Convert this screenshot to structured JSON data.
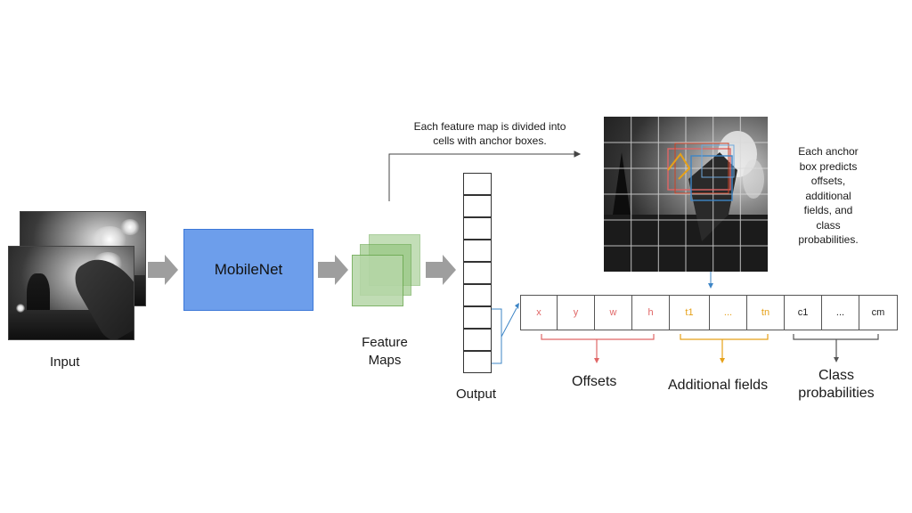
{
  "labels": {
    "input": "Input",
    "mobilenet": "MobileNet",
    "feature_maps_line1": "Feature",
    "feature_maps_line2": "Maps",
    "output": "Output",
    "top_annotation_line1": "Each feature map is divided into",
    "top_annotation_line2": "cells with anchor boxes.",
    "right_annotation_lines": [
      "Each anchor",
      "box predicts",
      "offsets,",
      "additional",
      "fields, and",
      "class",
      "probabilities."
    ],
    "offsets": "Offsets",
    "additional_fields": "Additional fields",
    "class_line1": "Class",
    "class_line2": "probabilities"
  },
  "vector": {
    "cells": [
      {
        "text": "x",
        "group": "offsets"
      },
      {
        "text": "y",
        "group": "offsets"
      },
      {
        "text": "w",
        "group": "offsets"
      },
      {
        "text": "h",
        "group": "offsets"
      },
      {
        "text": "t1",
        "group": "fields"
      },
      {
        "text": "...",
        "group": "fields"
      },
      {
        "text": "tn",
        "group": "fields"
      },
      {
        "text": "c1",
        "group": "class"
      },
      {
        "text": "...",
        "group": "class"
      },
      {
        "text": "cm",
        "group": "class"
      }
    ]
  },
  "colors": {
    "mobilenet_fill": "#6d9eeb",
    "feature_map_green": "#93c47d",
    "arrow_gray": "#9e9e9e",
    "offsets_red": "#e06666",
    "fields_orange": "#e6a118",
    "class_gray": "#555555",
    "link_blue": "#3d85c6"
  }
}
